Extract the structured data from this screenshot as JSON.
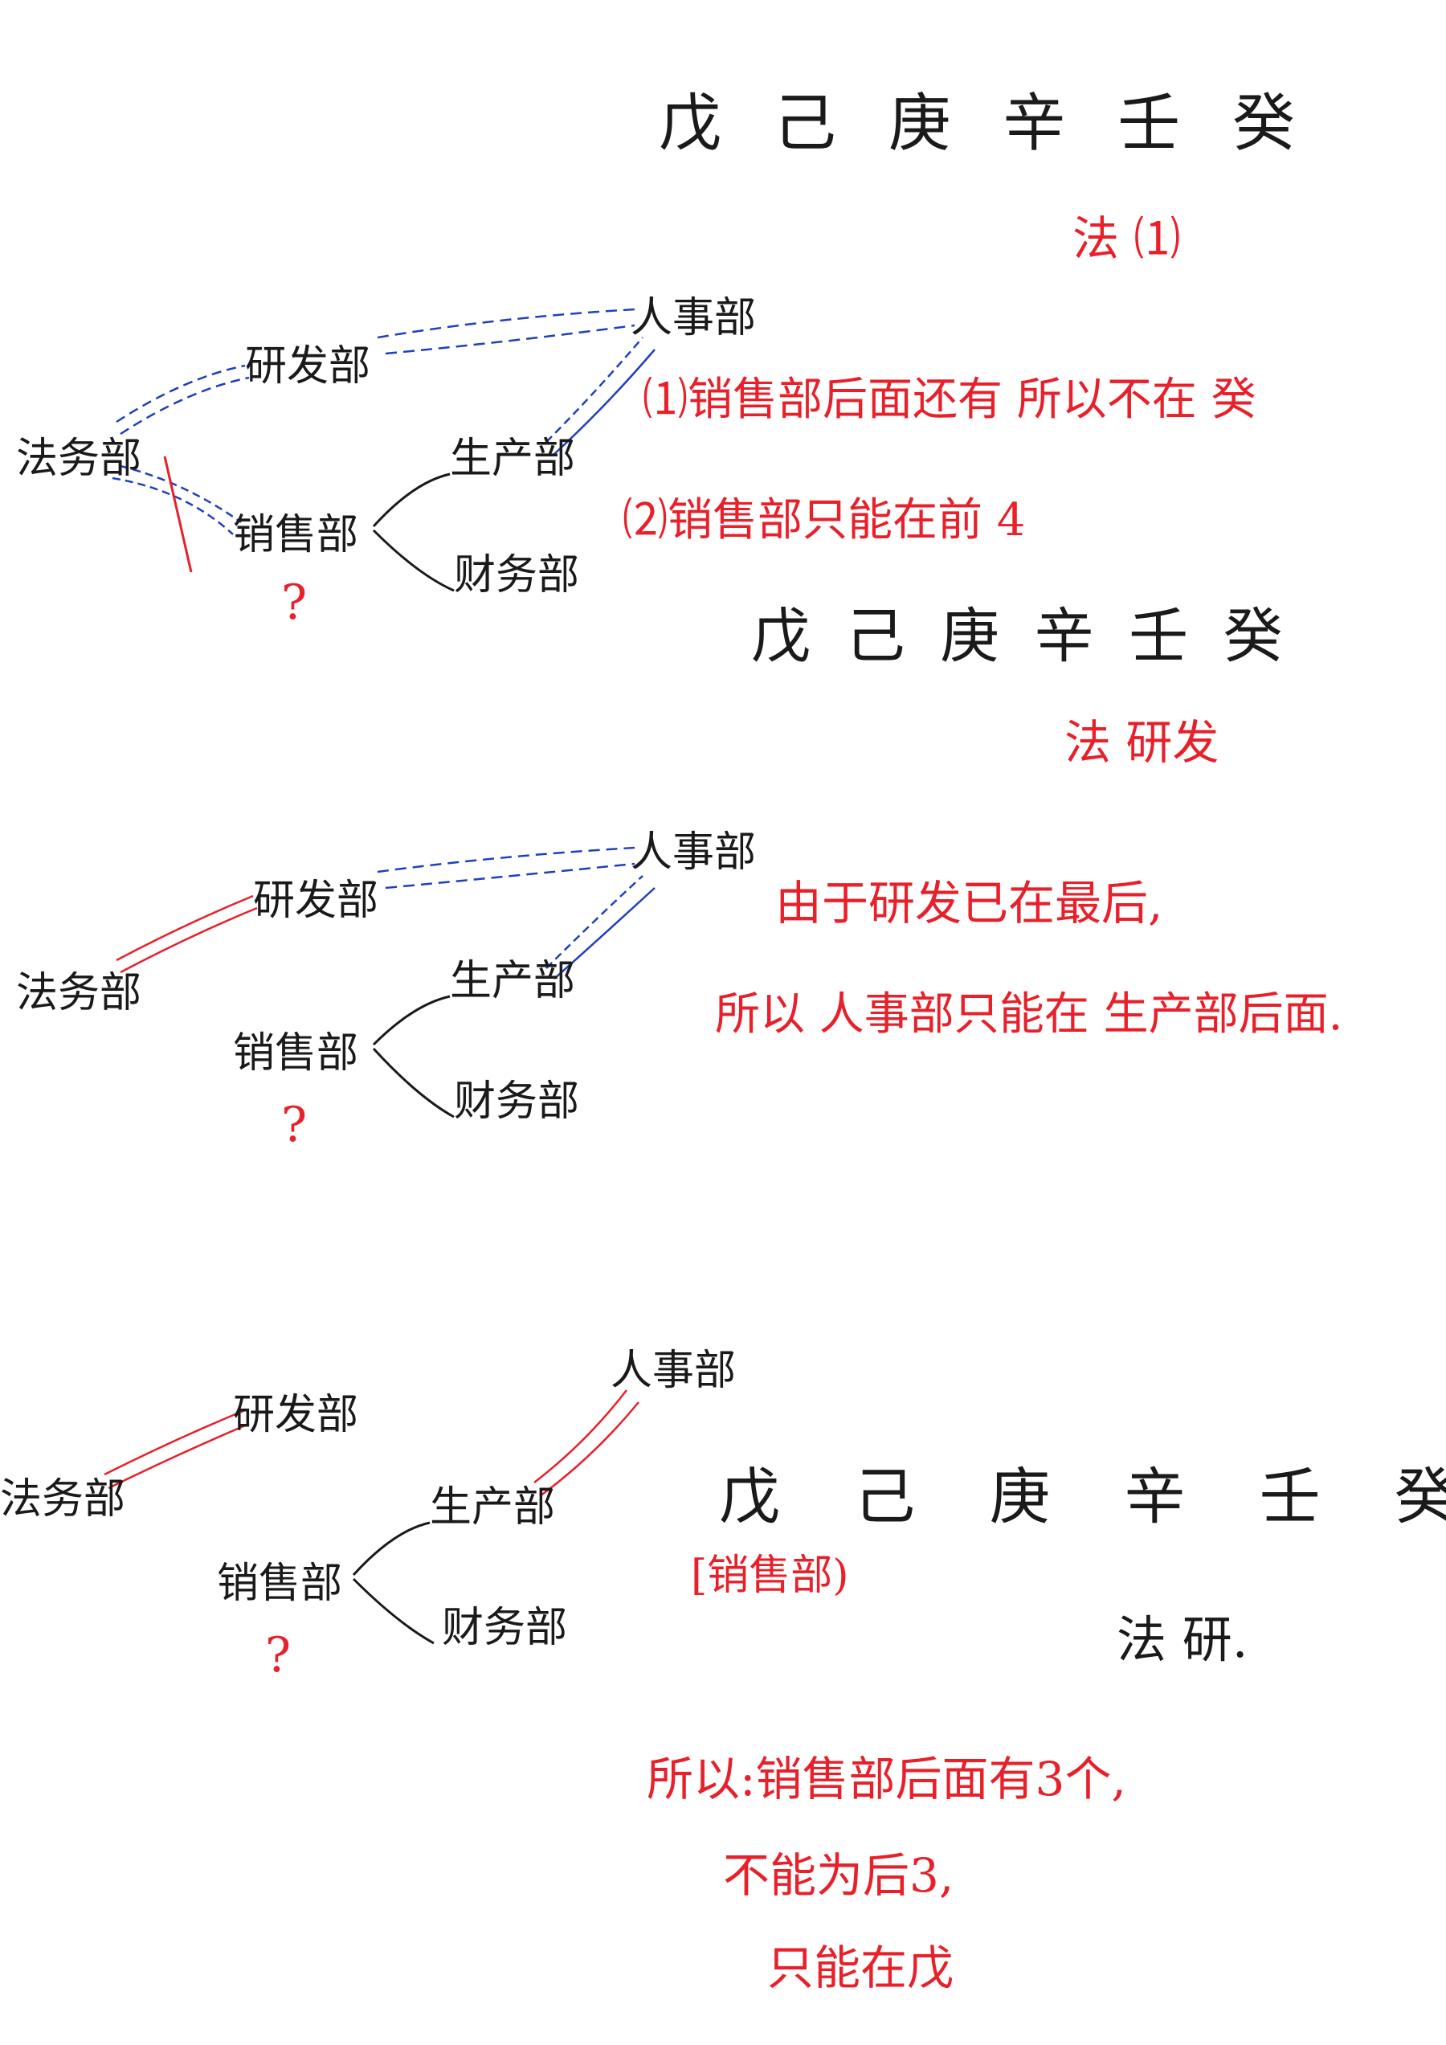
{
  "colors": {
    "ink": "#1a1a1a",
    "red": "#e8202a",
    "blue": "#1f3fbf"
  },
  "top": {
    "stems": "戊 己 庚 辛 壬 癸",
    "method": "法 ⑴",
    "note1": "⑴销售部后面还有 所以不在 癸",
    "note2": "⑵销售部只能在前 4",
    "stems2": "戊 己 庚 辛 壬 癸",
    "method2": "法 研发"
  },
  "middle": {
    "note1": "由于研发已在最后,",
    "note2": "所以 人事部只能在 生产部后面."
  },
  "bottom": {
    "stems": "戊 己 庚 辛 壬 癸",
    "sales_mark": "[销售部)",
    "method": "法 研.",
    "note1": "所以:销售部后面有3个,",
    "note2": "不能为后3,",
    "note3": "只能在戊"
  },
  "diagram": {
    "legal": "法务部",
    "rnd": "研发部",
    "hr": "人事部",
    "sales": "销售部",
    "production": "生产部",
    "finance": "财务部",
    "question": "?"
  }
}
